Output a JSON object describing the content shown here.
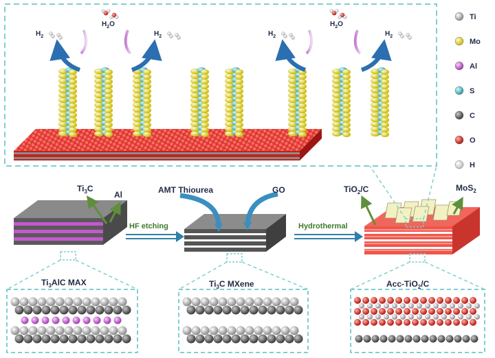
{
  "legend": [
    {
      "label": "Ti",
      "color": "#a9a9a9"
    },
    {
      "label": "Mo",
      "color": "#f2e21b"
    },
    {
      "label": "Al",
      "color": "#c65ad0"
    },
    {
      "label": "S",
      "color": "#45bcc4"
    },
    {
      "label": "C",
      "color": "#6a6a6a"
    },
    {
      "label": "O",
      "color": "#e0201b"
    },
    {
      "label": "H",
      "color": "#f4f4f4"
    }
  ],
  "reaction": {
    "h2": "H",
    "h2_sub": "2",
    "h2o": "H",
    "h2o_sub": "2",
    "h2o_tail": "O"
  },
  "process": {
    "ti3c_label": "Ti",
    "ti3c_sub": "3",
    "ti3c_tail": "C",
    "al_label": "Al",
    "hf_etching": "HF etching",
    "reagents": "AMT  Thiourea",
    "go": "GO",
    "hydrothermal": "Hydrothermal",
    "tio2c_label": "TiO",
    "tio2c_sub": "2",
    "tio2c_tail": "/C",
    "mos2_label": "MoS",
    "mos2_sub": "2"
  },
  "materials": {
    "max_label": "Ti",
    "max_sub": "3",
    "max_tail": "AlC  MAX",
    "mxene_label": "Ti",
    "mxene_sub": "3",
    "mxene_tail": "C  MXene",
    "acc_label": "Acc-TiO",
    "acc_sub": "2",
    "acc_tail": "/C"
  }
}
